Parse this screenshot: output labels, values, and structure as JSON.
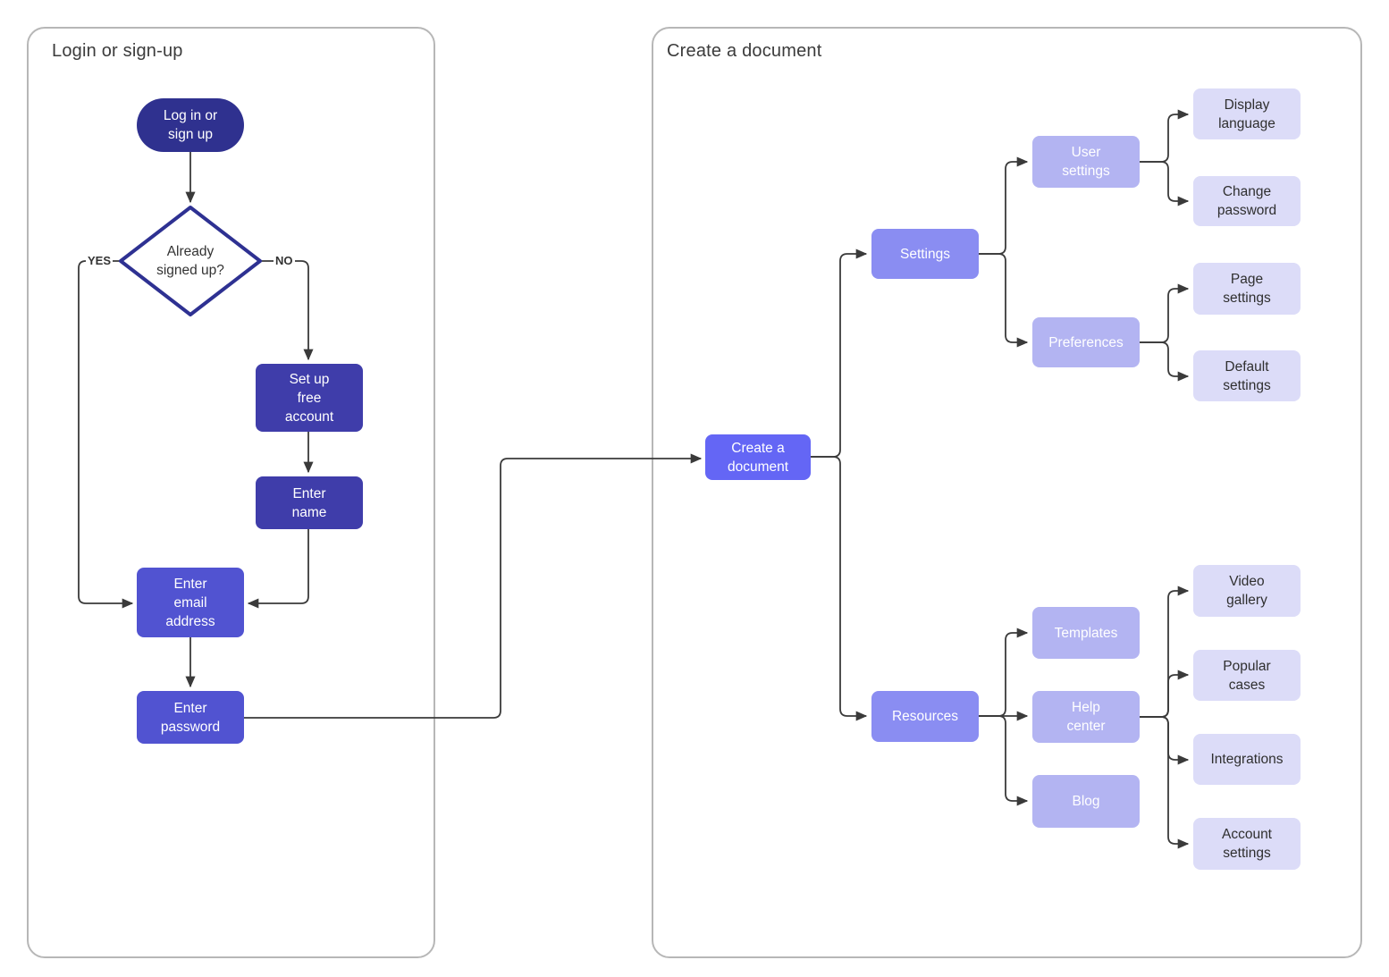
{
  "panels": {
    "login": {
      "title": "Login or sign-up"
    },
    "create": {
      "title": "Create a document"
    }
  },
  "edge_labels": {
    "yes": "YES",
    "no": "NO"
  },
  "colors": {
    "terminator_fill": "#2f318f",
    "dark_step_fill": "#3f3daa",
    "medium_step_fill": "#5153d1",
    "accent_step_fill": "#6466f5",
    "branch_level1_fill": "#8a8df2",
    "branch_level2_fill": "#b3b4f2",
    "leaf_fill": "#dcdcf8",
    "diamond_border": "#2e3192",
    "connector": "#3a3a3a",
    "panel_border": "#b7b7b7",
    "node_text": "#ffffff",
    "leaf_text": "#2f2f2f"
  },
  "nodes": {
    "login_or_sign_up": {
      "label": "Log in or\nsign up"
    },
    "already_signed_up": {
      "label": "Already\nsigned up?"
    },
    "set_up_free_account": {
      "label": "Set up\nfree\naccount"
    },
    "enter_name": {
      "label": "Enter\nname"
    },
    "enter_email_address": {
      "label": "Enter\nemail\naddress"
    },
    "enter_password": {
      "label": "Enter\npassword"
    },
    "create_a_document": {
      "label": "Create a\ndocument"
    },
    "settings": {
      "label": "Settings"
    },
    "user_settings": {
      "label": "User\nsettings"
    },
    "preferences": {
      "label": "Preferences"
    },
    "display_language": {
      "label": "Display\nlanguage"
    },
    "change_password": {
      "label": "Change\npassword"
    },
    "page_settings": {
      "label": "Page\nsettings"
    },
    "default_settings": {
      "label": "Default\nsettings"
    },
    "resources": {
      "label": "Resources"
    },
    "templates": {
      "label": "Templates"
    },
    "help_center": {
      "label": "Help\ncenter"
    },
    "blog": {
      "label": "Blog"
    },
    "video_gallery": {
      "label": "Video\ngallery"
    },
    "popular_cases": {
      "label": "Popular\ncases"
    },
    "integrations": {
      "label": "Integrations"
    },
    "account_settings": {
      "label": "Account\nsettings"
    }
  }
}
